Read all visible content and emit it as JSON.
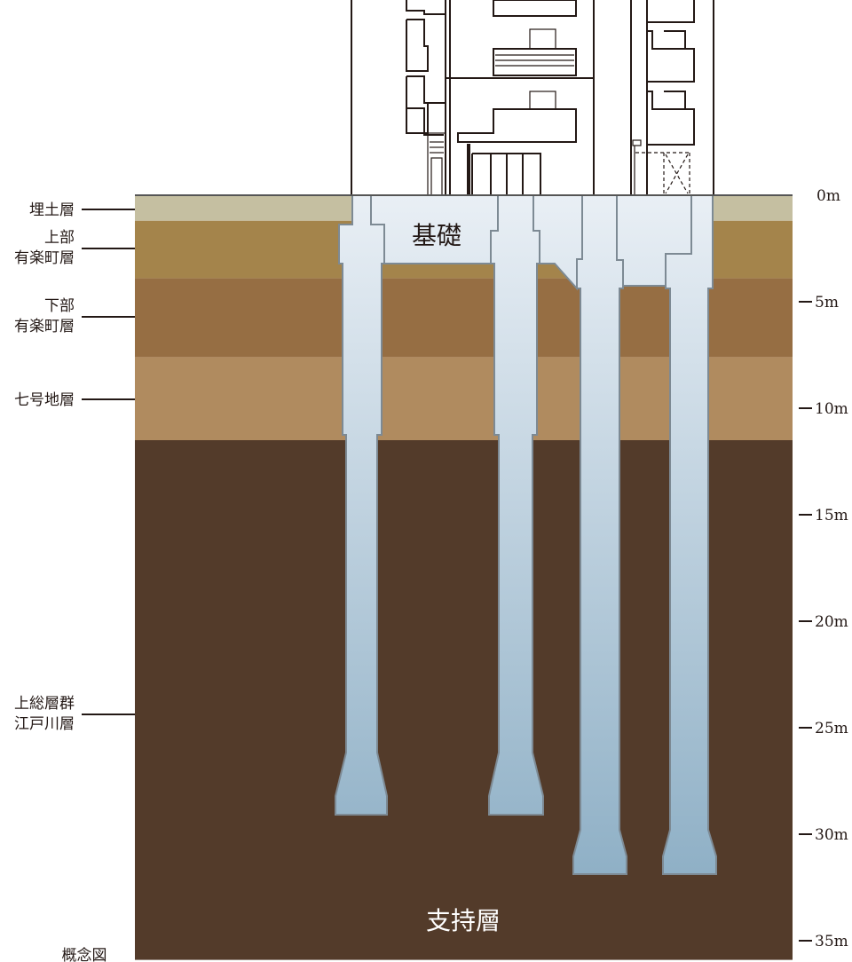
{
  "diagram": {
    "foundation_label": "基礎",
    "bearing_layer_label": "支持層",
    "note": "概念図",
    "layers": [
      {
        "lines": [
          "埋土層"
        ],
        "color": "#c5bfa1",
        "top_m": 0,
        "bottom_m": 1.2
      },
      {
        "lines": [
          "上部",
          "有楽町層"
        ],
        "color": "#a4844b",
        "top_m": 1.2,
        "bottom_m": 3.9
      },
      {
        "lines": [
          "下部",
          "有楽町層"
        ],
        "color": "#966e43",
        "top_m": 3.9,
        "bottom_m": 7.6
      },
      {
        "lines": [
          "七号地層"
        ],
        "color": "#b08b5f",
        "top_m": 7.6,
        "bottom_m": 11.5
      },
      {
        "lines": [
          "上総層群",
          "江戸川層"
        ],
        "color": "#533b2a",
        "top_m": 11.5,
        "bottom_m": 35.9
      }
    ],
    "depth_scale": [
      {
        "label": "0m",
        "m": 0
      },
      {
        "label": "5m",
        "m": 5
      },
      {
        "label": "10m",
        "m": 10
      },
      {
        "label": "15m",
        "m": 15
      },
      {
        "label": "20m",
        "m": 20
      },
      {
        "label": "25m",
        "m": 25
      },
      {
        "label": "30m",
        "m": 30
      },
      {
        "label": "35m",
        "m": 35
      }
    ],
    "pile_color_top": "#e9eff5",
    "pile_color_bottom": "#8fb0c6"
  }
}
